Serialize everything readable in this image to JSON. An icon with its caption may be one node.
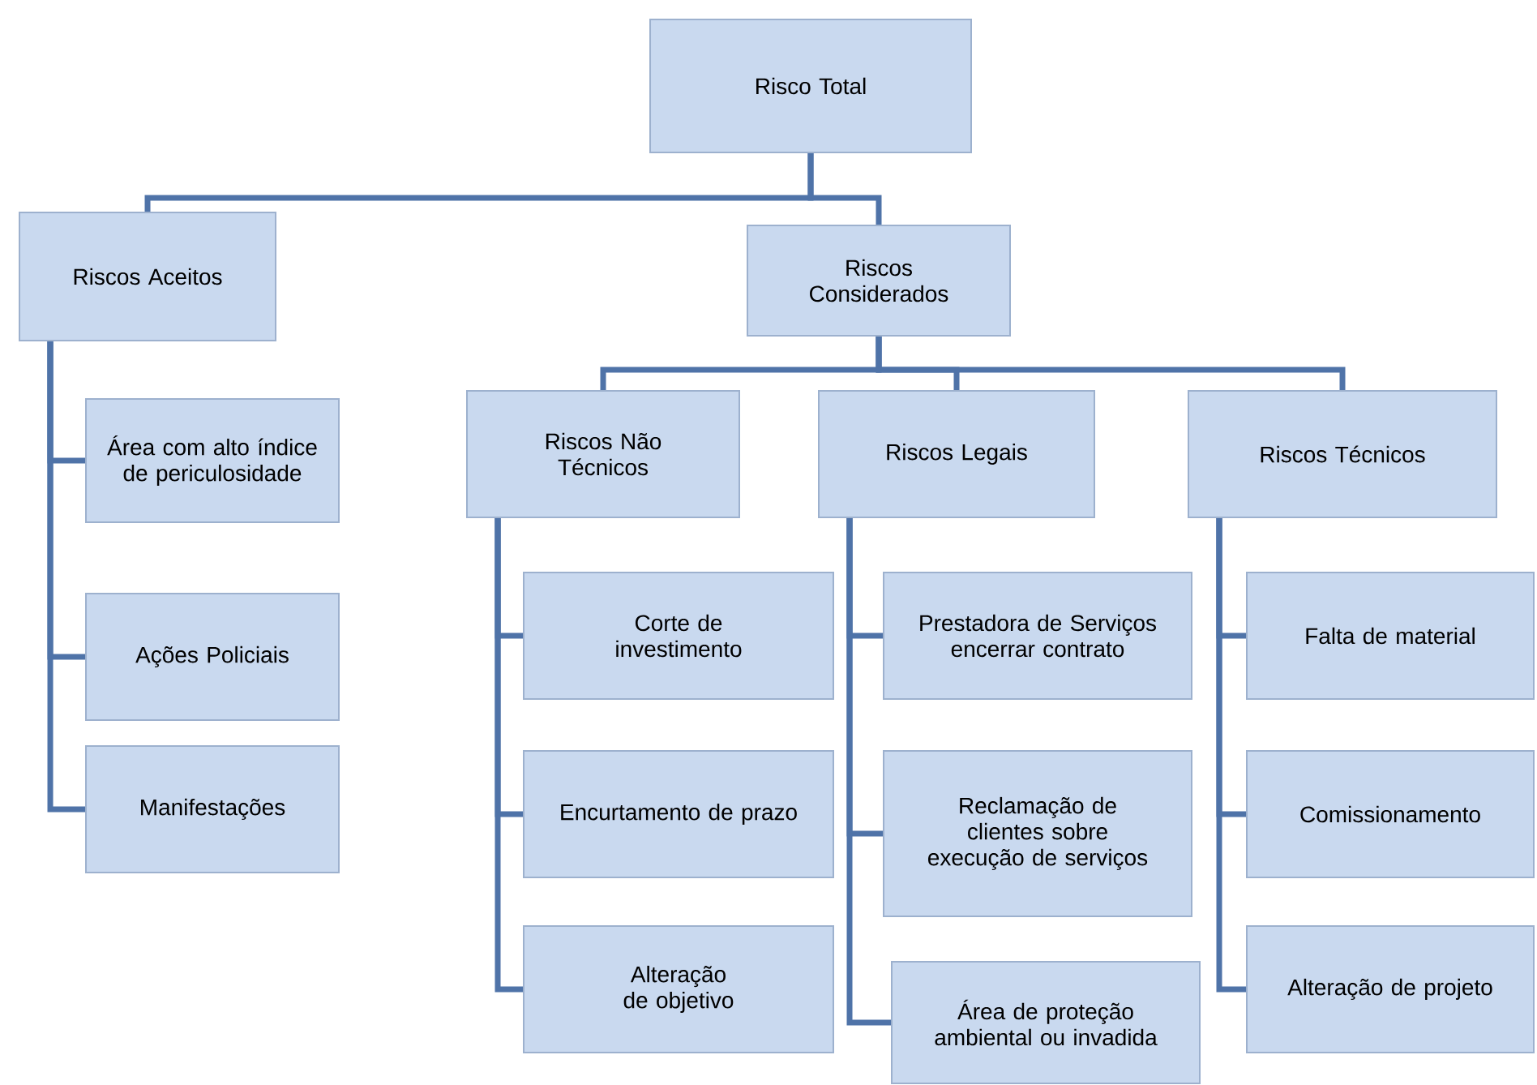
{
  "diagram": {
    "nodes": [
      {
        "text": [
          "Risco Total"
        ]
      },
      {
        "text": [
          "Riscos Aceitos"
        ]
      },
      {
        "text": [
          "Riscos Considerados"
        ]
      },
      {
        "text": [
          "Área com alto índice de periculosidade"
        ]
      },
      {
        "text": [
          "Ações Policiais"
        ]
      },
      {
        "text": [
          "Manifestações"
        ]
      },
      {
        "text": [
          "Riscos Não Técnicos"
        ]
      },
      {
        "text": [
          "Riscos Legais"
        ]
      },
      {
        "text": [
          "Riscos Técnicos"
        ]
      },
      {
        "text": [
          "Corte de investimento"
        ]
      },
      {
        "text": [
          "Encurtamento de prazo"
        ]
      },
      {
        "text": [
          "Alteração de objetivo"
        ]
      },
      {
        "text": [
          "Prestadora de Serviços encerrar contrato"
        ]
      },
      {
        "text": [
          "Reclamação de clientes sobre execução de serviços"
        ]
      },
      {
        "text": [
          "Área de proteção ambiental ou invadida"
        ]
      },
      {
        "text": [
          "Falta de material"
        ]
      },
      {
        "text": [
          "Comissionamento"
        ]
      },
      {
        "text": [
          "Alteração de projeto"
        ]
      }
    ],
    "edges": [
      {
        "from": 0,
        "to": 1,
        "arrow": "none"
      },
      {
        "from": 0,
        "to": 2,
        "arrow": "none"
      },
      {
        "from": 1,
        "to": 3,
        "arrow": "none"
      },
      {
        "from": 1,
        "to": 4,
        "arrow": "none"
      },
      {
        "from": 1,
        "to": 5,
        "arrow": "none"
      },
      {
        "from": 2,
        "to": 6,
        "arrow": "none"
      },
      {
        "from": 2,
        "to": 7,
        "arrow": "none"
      },
      {
        "from": 2,
        "to": 8,
        "arrow": "none"
      },
      {
        "from": 6,
        "to": 9,
        "arrow": "none"
      },
      {
        "from": 6,
        "to": 10,
        "arrow": "none"
      },
      {
        "from": 6,
        "to": 11,
        "arrow": "none"
      },
      {
        "from": 7,
        "to": 12,
        "arrow": "none"
      },
      {
        "from": 7,
        "to": 13,
        "arrow": "none"
      },
      {
        "from": 7,
        "to": 14,
        "arrow": "none"
      },
      {
        "from": 8,
        "to": 15,
        "arrow": "none"
      },
      {
        "from": 8,
        "to": 16,
        "arrow": "none"
      },
      {
        "from": 8,
        "to": 17,
        "arrow": "none"
      }
    ]
  }
}
